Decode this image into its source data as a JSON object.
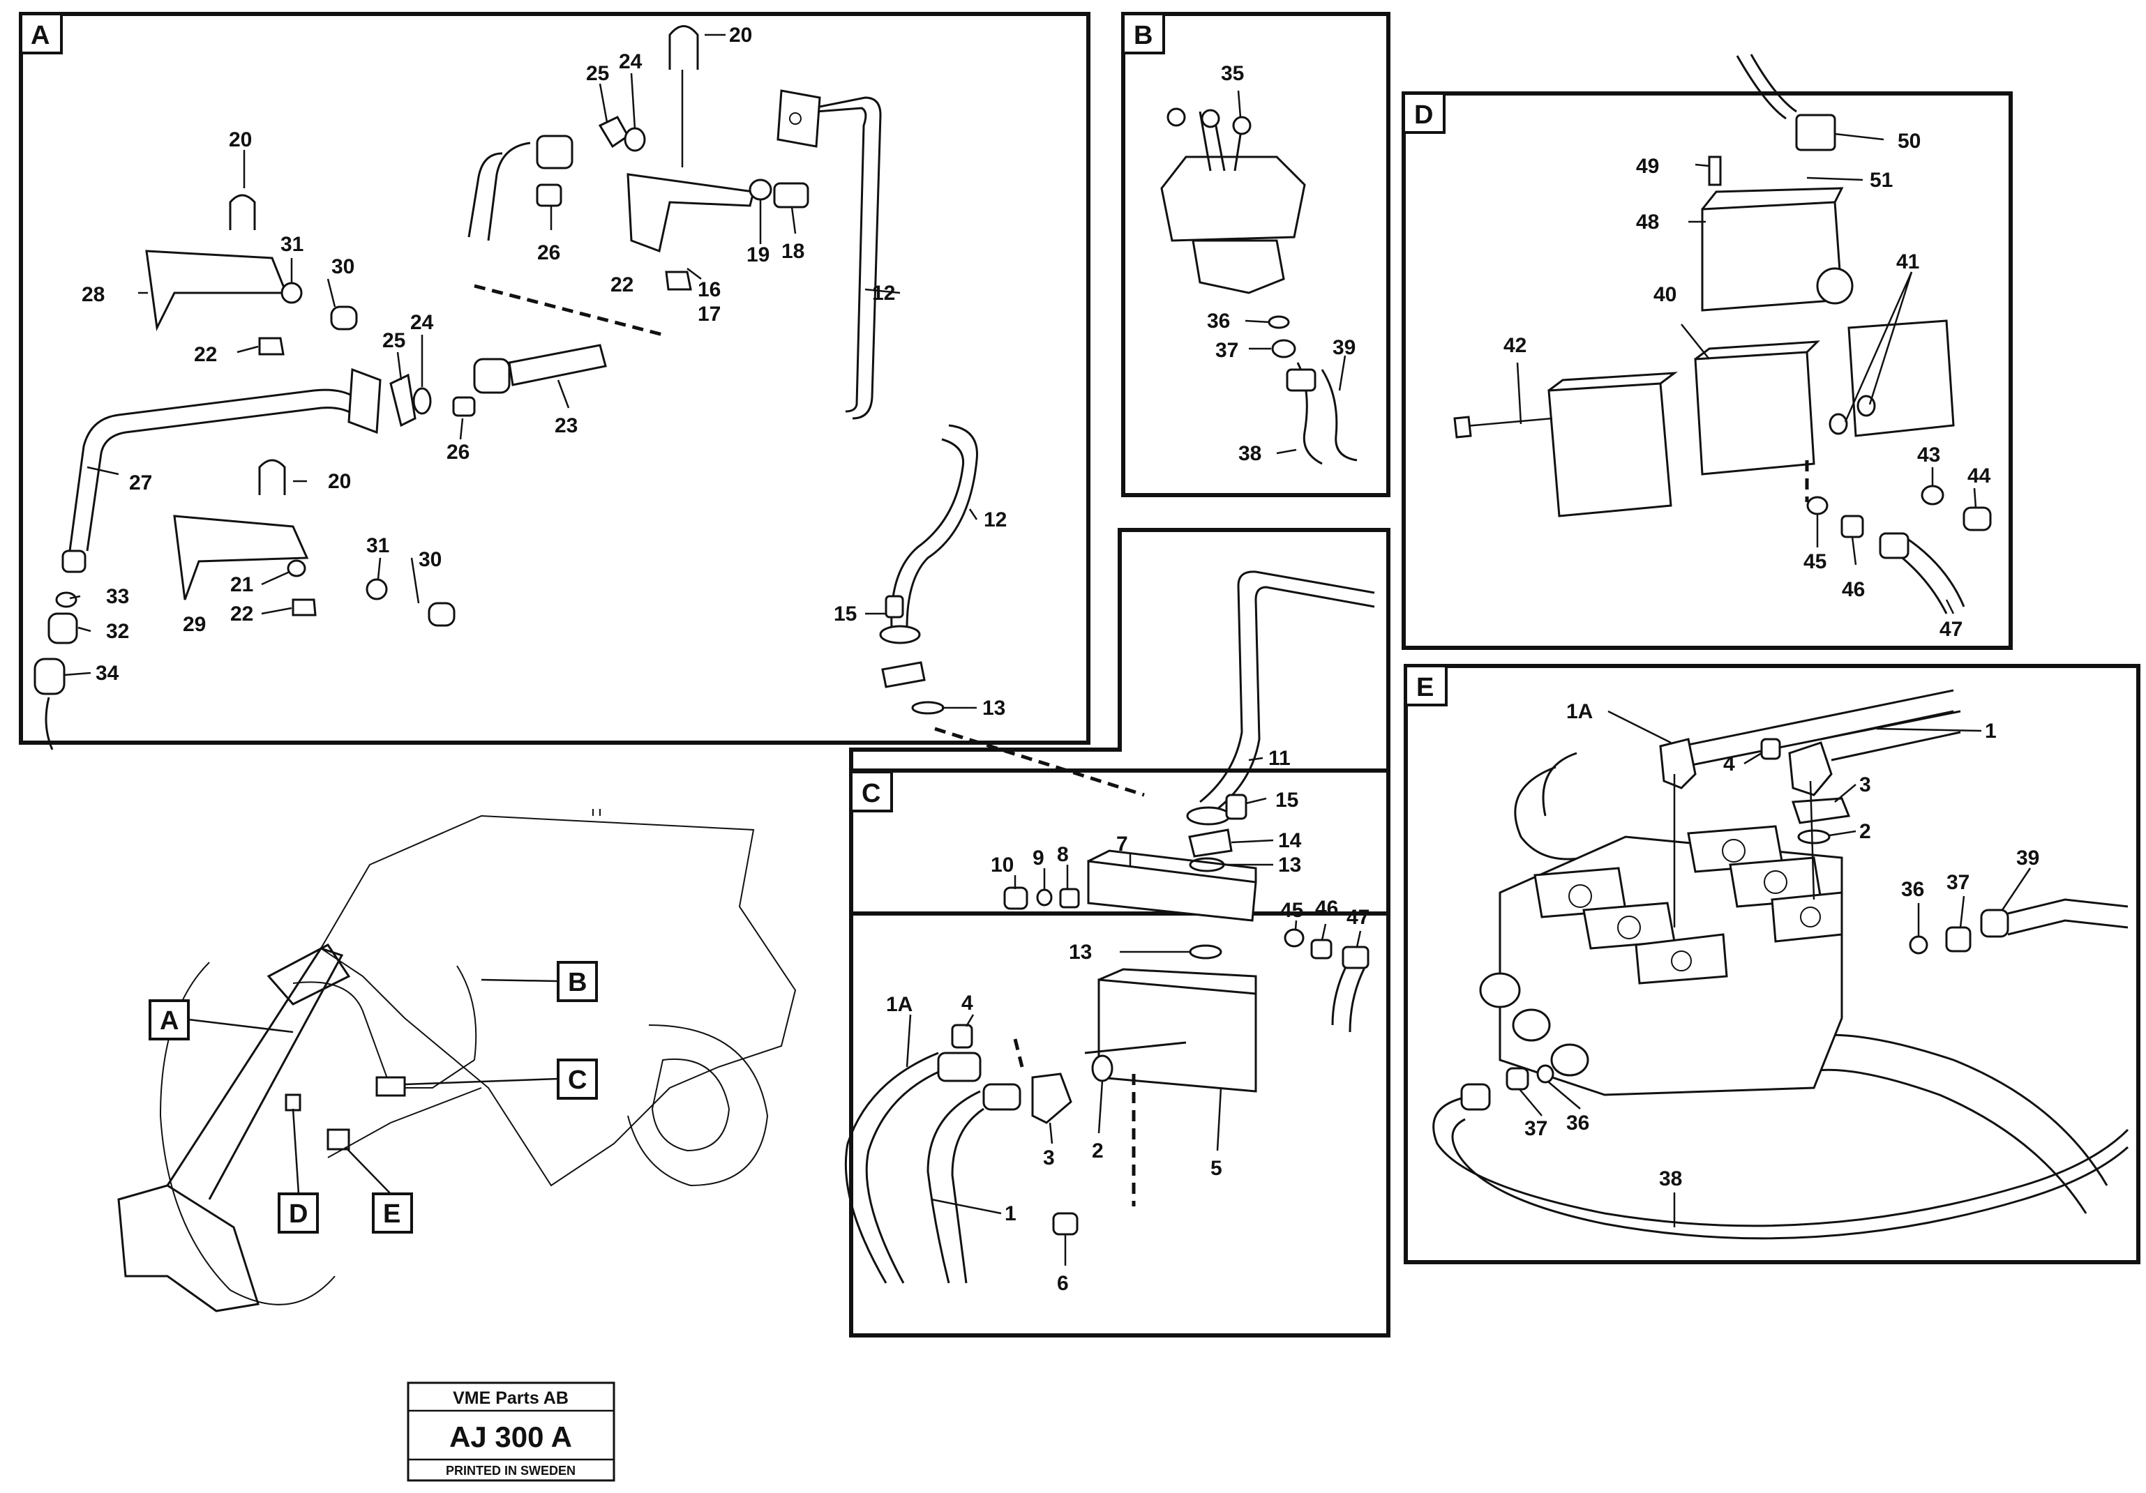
{
  "panels": {
    "A": {
      "label": "A"
    },
    "B": {
      "label": "B"
    },
    "C": {
      "label": "C"
    },
    "D": {
      "label": "D"
    },
    "E": {
      "label": "E"
    }
  },
  "overview_tags": [
    "A",
    "B",
    "C",
    "D",
    "E"
  ],
  "callouts_A": [
    "20",
    "24",
    "25",
    "26",
    "16",
    "17",
    "19",
    "18",
    "22",
    "12",
    "20",
    "31",
    "30",
    "28",
    "22",
    "25",
    "24",
    "26",
    "23",
    "27",
    "20",
    "31",
    "30",
    "33",
    "21",
    "29",
    "22",
    "32",
    "34",
    "12",
    "15",
    "13"
  ],
  "callouts_B": [
    "35",
    "36",
    "37",
    "39",
    "38"
  ],
  "callouts_C": [
    "11",
    "15",
    "14",
    "13",
    "7",
    "10",
    "9",
    "8",
    "45",
    "46",
    "47",
    "13",
    "1A",
    "4",
    "2",
    "3",
    "5",
    "1",
    "6"
  ],
  "callouts_D": [
    "50",
    "49",
    "51",
    "48",
    "41",
    "40",
    "42",
    "43",
    "44",
    "45",
    "46",
    "47"
  ],
  "callouts_E": [
    "1A",
    "1",
    "4",
    "3",
    "2",
    "39",
    "36",
    "37",
    "37",
    "36",
    "38"
  ],
  "title_block": {
    "company": "VME Parts AB",
    "code": "AJ 300 A",
    "printed": "PRINTED IN SWEDEN"
  },
  "colors": {
    "ink": "#111111",
    "paper": "#ffffff"
  }
}
